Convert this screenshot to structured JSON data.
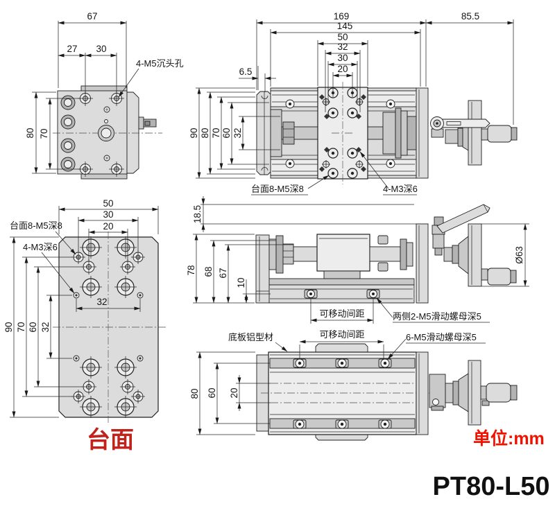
{
  "product": {
    "model": "PT80-L50",
    "unit_note": "单位:mm"
  },
  "front_view": {
    "dim_total_width": "67",
    "dim_hole_left": "27",
    "dim_hole_span": "30",
    "dim_height": "80",
    "dim_hole_height": "70",
    "label_counterbore": "4-M5沉头孔"
  },
  "top_view": {
    "dim_total_length": "169",
    "dim_body_length": "145",
    "dim_plate_width": "50",
    "dim_span32": "32",
    "dim_span30": "30",
    "dim_span20": "20",
    "dim_offset": "6.5",
    "dim_handwheel": "85.5",
    "dim_h90": "90",
    "dim_h80": "80",
    "dim_h70": "70",
    "dim_h60": "60",
    "dim_h32": "32",
    "label_table_holes": "台面8-M5深8",
    "label_m3_holes": "4-M3深6"
  },
  "table_view": {
    "caption": "台面",
    "dim_width": "50",
    "dim_span30": "30",
    "dim_span20": "20",
    "dim_h90": "90",
    "dim_h70": "70",
    "dim_h60": "60",
    "dim_h32": "32",
    "dim_w32": "32",
    "label_table_holes": "台面8-M5深8",
    "label_m3_holes": "4-M3深6"
  },
  "side_view": {
    "dim_lever_height": "18.5",
    "dim_h78": "78",
    "dim_h68": "68",
    "dim_h67": "67",
    "dim_h10": "10",
    "dim_handwheel_dia": "Ø63",
    "label_travel": "可移动间距",
    "label_side_nuts": "两侧2-M5滑动螺母深5"
  },
  "bottom_view": {
    "dim_h80": "80",
    "dim_h60": "60",
    "dim_h20": "20",
    "label_base_plate": "底板铝型材",
    "label_travel": "可移动间距",
    "label_nuts": "6-M5滑动螺母深5"
  },
  "colors": {
    "accent_red": "#ee1200",
    "caption_red": "#c2221c",
    "line": "#1f1f1f"
  }
}
